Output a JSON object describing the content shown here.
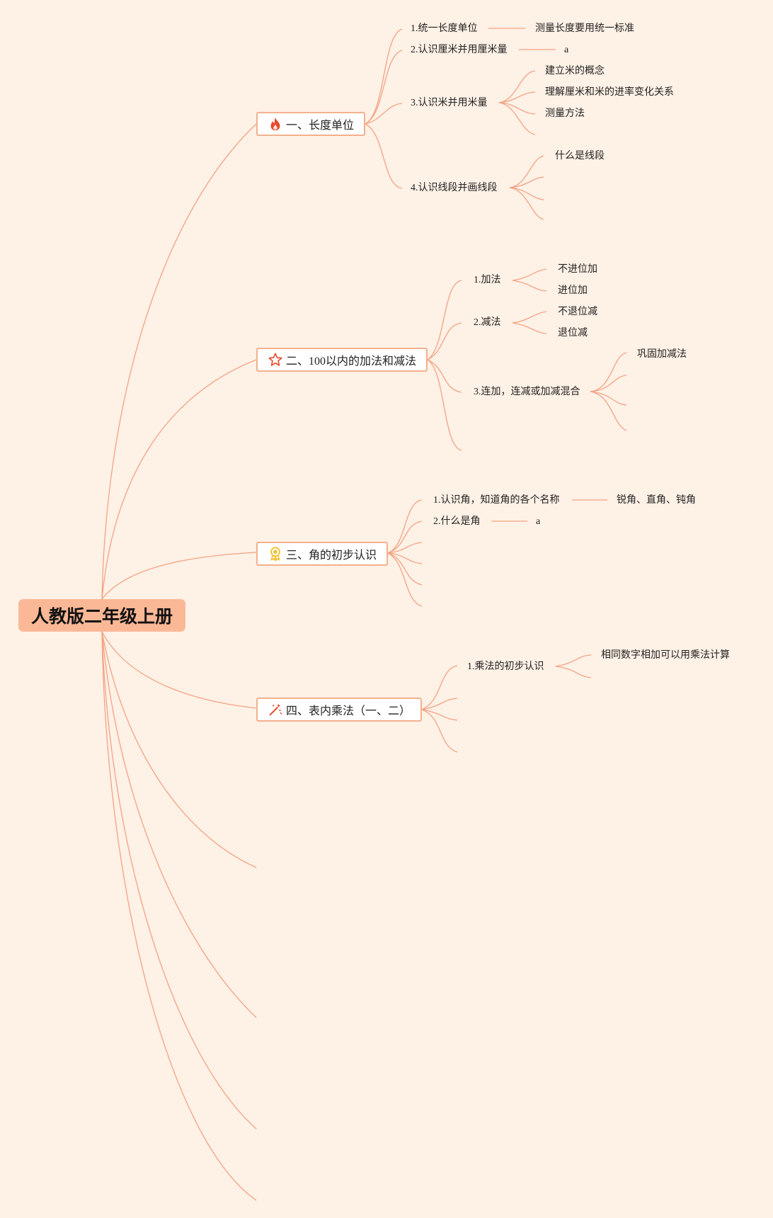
{
  "colors": {
    "background": "#fef1e6",
    "connector": "#f2a384",
    "root_fill": "#fbb896",
    "branch_border": "#f4b08c",
    "icon_red": "#e84a2e",
    "icon_yellow": "#f2c12e"
  },
  "root": {
    "label": "人教版二年级上册"
  },
  "branches": [
    {
      "icon": "fire-icon",
      "label": "一、长度单位",
      "topics": [
        {
          "label": "1.统一长度单位",
          "details": [
            "测量长度要用统一标准"
          ]
        },
        {
          "label": "2.认识厘米并用厘米量",
          "details": [
            "a"
          ]
        },
        {
          "label": "3.认识米并用米量",
          "details": [
            "建立米的概念",
            "理解厘米和米的进率变化关系",
            "测量方法"
          ]
        },
        {
          "label": "4.认识线段并画线段",
          "details": [
            "什么是线段"
          ]
        }
      ]
    },
    {
      "icon": "star-icon",
      "label": "二、100以内的加法和减法",
      "topics": [
        {
          "label": "1.加法",
          "details": [
            "不进位加",
            "进位加"
          ]
        },
        {
          "label": "2.减法",
          "details": [
            "不退位减",
            "退位减"
          ]
        },
        {
          "label": "3.连加，连减或加减混合",
          "details": [
            "巩固加减法"
          ]
        }
      ]
    },
    {
      "icon": "award-medal-icon",
      "label": "三、角的初步认识",
      "topics": [
        {
          "label": "1.认识角，知道角的各个名称",
          "details": [
            "锐角、直角、钝角"
          ]
        },
        {
          "label": "2.什么是角",
          "details": [
            "a"
          ]
        }
      ]
    },
    {
      "icon": "magic-wand-icon",
      "label": "四、表内乘法（一、二）",
      "topics": [
        {
          "label": "1.乘法的初步认识",
          "details": [
            "相同数字相加可以用乘法计算"
          ]
        }
      ]
    }
  ]
}
